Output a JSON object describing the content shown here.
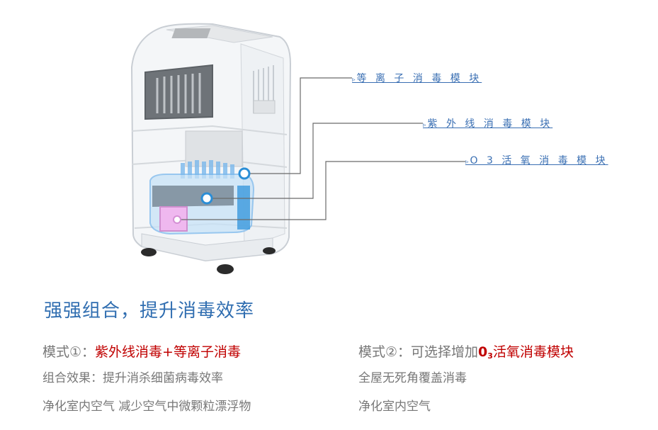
{
  "callouts": [
    {
      "marker": "▹",
      "label": "等 离 子 消 毒 模 块"
    },
    {
      "marker": "▹",
      "label": "紫 外 线 消 毒 模 块"
    },
    {
      "marker": "▹",
      "label": "O 3 活 氧 消 毒 模 块"
    }
  ],
  "headline": "强强组合，提升消毒效率",
  "left": {
    "mode_prefix": "模式①：",
    "mode_highlight": "紫外线消毒+等离子消毒",
    "line1": "组合效果：提升消杀细菌病毒效率",
    "line2": "净化室内空气 减少空气中微颗粒漂浮物"
  },
  "right": {
    "mode_prefix": "模式②：可选择增加",
    "o3_main": "0",
    "o3_sub": "3",
    "mode_highlight": "活氧消毒模块",
    "line1": "全屋无死角覆盖消毒",
    "line2": "净化室内空气"
  },
  "colors": {
    "accent_blue": "#2f6db0",
    "highlight_red": "#c00000",
    "body_gray": "#777777"
  }
}
